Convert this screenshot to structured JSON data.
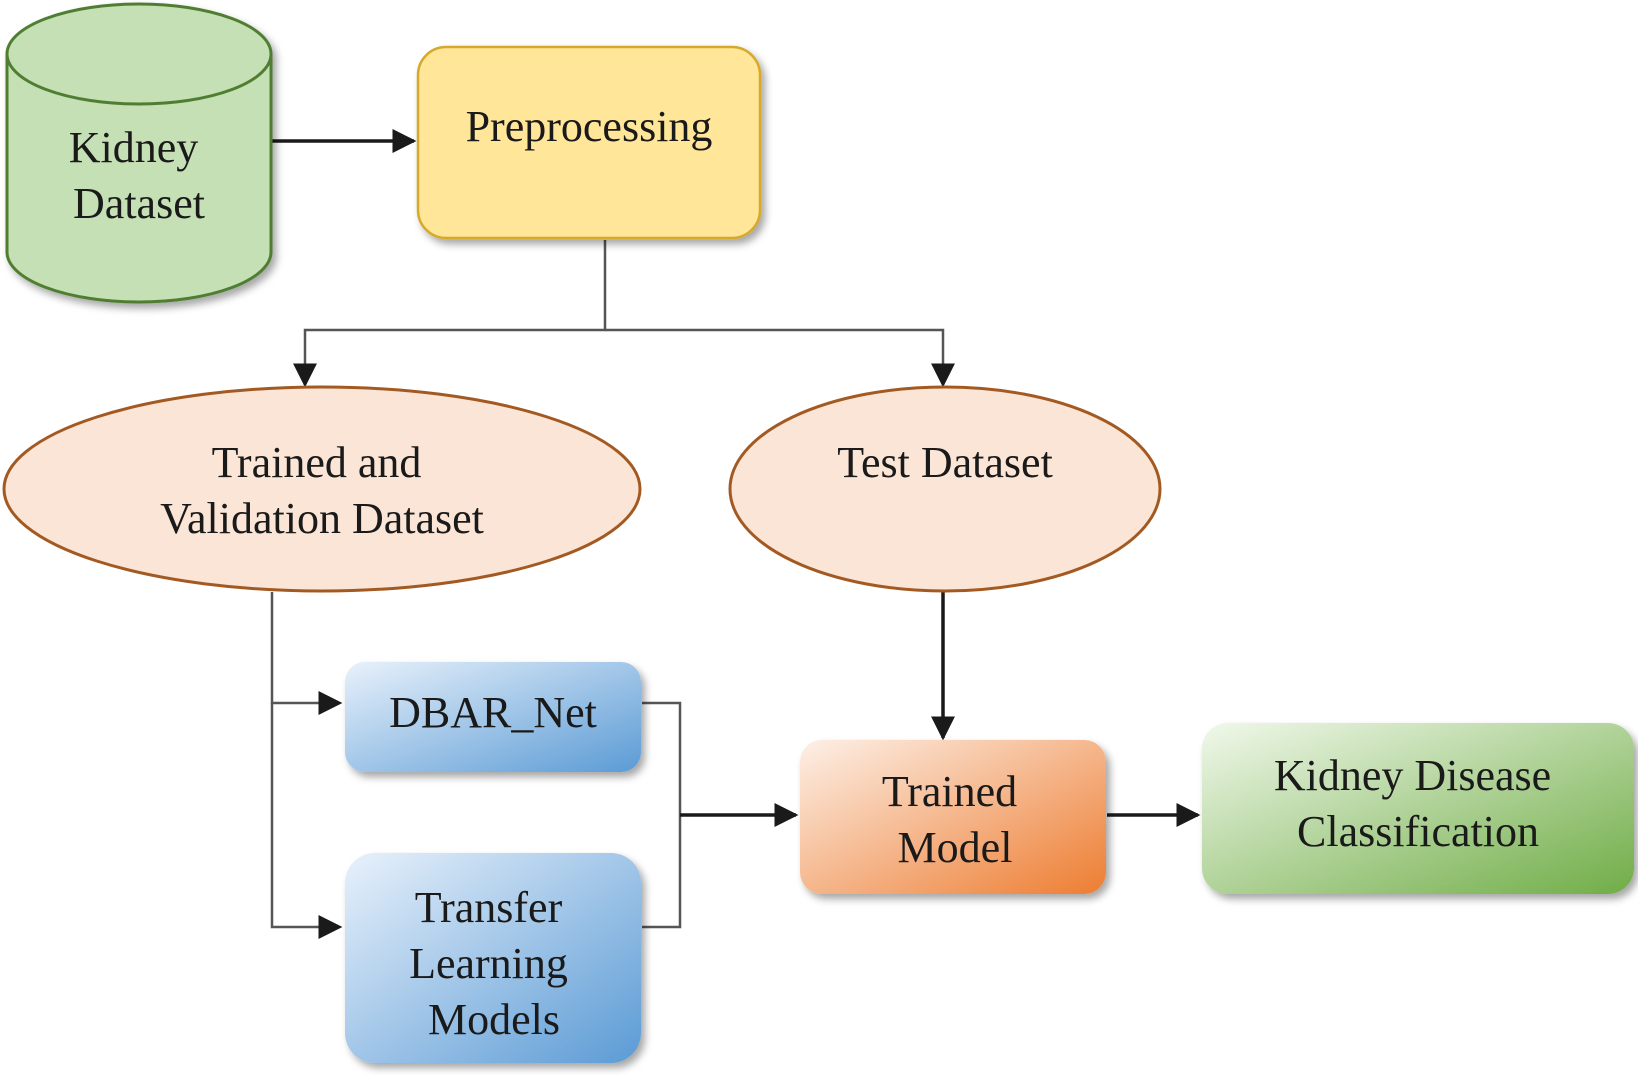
{
  "nodes": {
    "kidney_dataset": {
      "shape": "cylinder",
      "lines": [
        "Kidney",
        "Dataset"
      ],
      "fill": "#c5e0b4",
      "stroke": "#507e32"
    },
    "preprocessing": {
      "shape": "rounded-rectangle",
      "lines": [
        "Preprocessing"
      ],
      "fill": "#ffe699",
      "stroke": "#d6a92a"
    },
    "trained_validation_dataset": {
      "shape": "ellipse",
      "lines": [
        "Trained and",
        "Validation Dataset"
      ],
      "fill": "#fbe5d6",
      "stroke": "#a35a22"
    },
    "test_dataset": {
      "shape": "ellipse",
      "lines": [
        "Test Dataset"
      ],
      "fill": "#fbe5d6",
      "stroke": "#a35a22"
    },
    "dbar_net": {
      "shape": "rounded-rectangle",
      "lines": [
        "DBAR_Net"
      ],
      "gradient": [
        "#e8f1fb",
        "#5b9bd5"
      ]
    },
    "transfer_learning_models": {
      "shape": "rounded-rectangle",
      "lines": [
        "Transfer",
        "Learning",
        "Models"
      ],
      "gradient": [
        "#e8f1fb",
        "#5b9bd5"
      ]
    },
    "trained_model": {
      "shape": "rounded-rectangle",
      "lines": [
        "Trained",
        "Model"
      ],
      "gradient": [
        "#fdf0e7",
        "#ed7d31"
      ]
    },
    "kidney_disease_classification": {
      "shape": "rounded-rectangle",
      "lines": [
        "Kidney Disease",
        "Classification"
      ],
      "gradient": [
        "#f0f8ea",
        "#70ad47"
      ]
    }
  },
  "edges": [
    {
      "from": "kidney_dataset",
      "to": "preprocessing",
      "style": "arrow"
    },
    {
      "from": "preprocessing",
      "to": "trained_validation_dataset",
      "style": "thin-arrow"
    },
    {
      "from": "preprocessing",
      "to": "test_dataset",
      "style": "thin-arrow"
    },
    {
      "from": "trained_validation_dataset",
      "to": "dbar_net",
      "style": "thin-arrow"
    },
    {
      "from": "trained_validation_dataset",
      "to": "transfer_learning_models",
      "style": "thin-arrow"
    },
    {
      "from": "dbar_net",
      "to": "trained_model",
      "style": "thin-arrow"
    },
    {
      "from": "transfer_learning_models",
      "to": "trained_model",
      "style": "thin-arrow"
    },
    {
      "from": "test_dataset",
      "to": "trained_model",
      "style": "arrow"
    },
    {
      "from": "trained_model",
      "to": "kidney_disease_classification",
      "style": "arrow"
    }
  ]
}
